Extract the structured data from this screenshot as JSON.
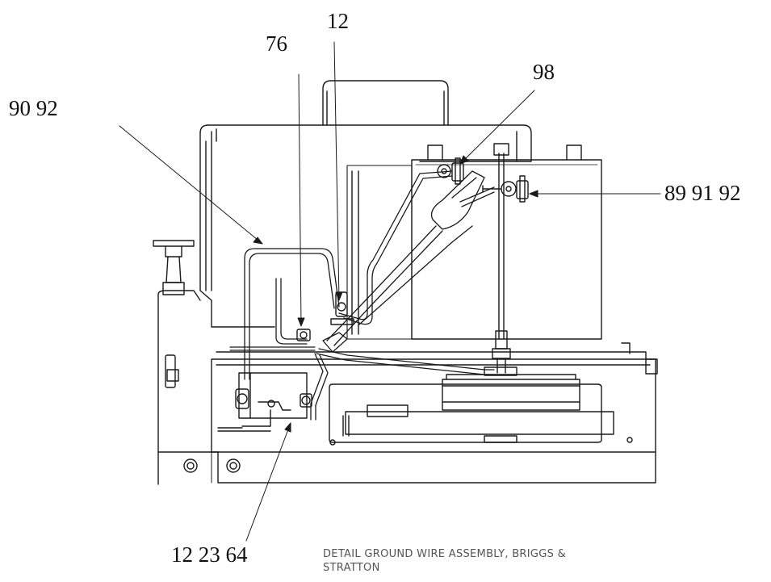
{
  "callouts": {
    "c12_top": "12",
    "c76": "76",
    "c98": "98",
    "c90_92": "90 92",
    "c89_91_92": "89 91 92",
    "c12_23_64": "12 23 64"
  },
  "caption": "DETAIL GROUND WIRE ASSEMBLY, BRIGGS & STRATTON"
}
